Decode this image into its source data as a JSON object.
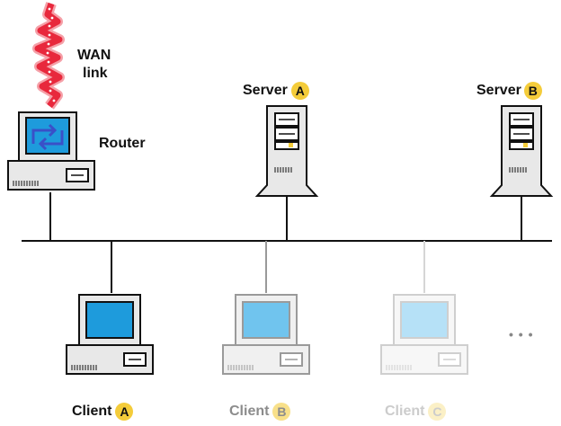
{
  "wan": {
    "line1": "WAN",
    "line2": "link"
  },
  "router": {
    "label": "Router"
  },
  "servers": [
    {
      "label": "Server",
      "badge": "A"
    },
    {
      "label": "Server",
      "badge": "B"
    }
  ],
  "clients": [
    {
      "label": "Client",
      "badge": "A"
    },
    {
      "label": "Client",
      "badge": "B"
    },
    {
      "label": "Client",
      "badge": "C"
    }
  ],
  "more": "• • •",
  "colors": {
    "badge_fill": "#f4cc3a",
    "screen_blue": "#1e9bdc",
    "wan_red": "#e8283c",
    "line": "#111111"
  }
}
